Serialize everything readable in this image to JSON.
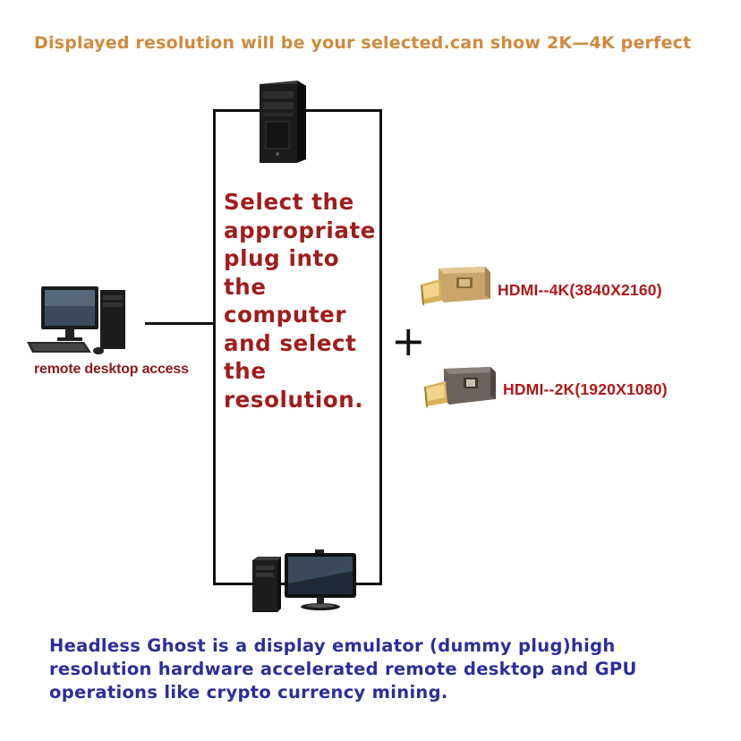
{
  "header": {
    "caption": "Displayed resolution will be your selected.can show 2K—4K perfect"
  },
  "instruction": {
    "lines": [
      "Select the",
      "appropriate",
      "plug into",
      "the",
      "computer",
      "and select",
      "the",
      "resolution."
    ]
  },
  "remote": {
    "label": "remote desktop access"
  },
  "plugs": [
    {
      "label": "HDMI--4K(3840X2160)",
      "icon": "hdmi-dummy-plug-gold-icon"
    },
    {
      "label": "HDMI--2K(1920X1080)",
      "icon": "hdmi-dummy-plug-dark-icon"
    }
  ],
  "footer": {
    "lines": [
      "Headless Ghost is a display emulator (dummy plug)high",
      "resolution hardware accelerated remote desktop and GPU",
      "operations like crypto currency mining."
    ]
  },
  "colors": {
    "caption": "#d08a3e",
    "instruction": "#a01c1c",
    "plug_label": "#b01818",
    "footer": "#2a2f9a",
    "lines": "#111111"
  }
}
